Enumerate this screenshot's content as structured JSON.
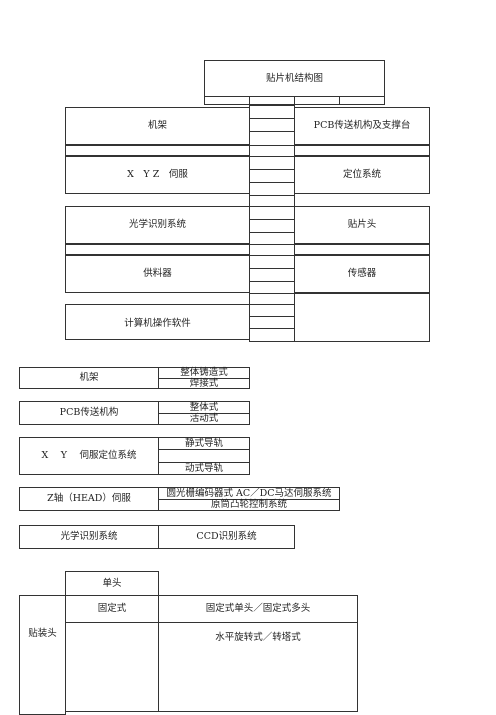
{
  "diagram": {
    "title": "贴片机结构图",
    "left_boxes": [
      "机架",
      "X　Y Z　伺服",
      "光学识别系统",
      "供料器",
      "计算机操作软件"
    ],
    "right_boxes": [
      "PCB传送机构及支撑台",
      "定位系统",
      "贴片头",
      "传感器",
      ""
    ]
  },
  "tables": {
    "frame": {
      "name": "机架",
      "types": [
        "整体铸造式",
        "焊接式"
      ]
    },
    "pcb": {
      "name": "PCB传送机构",
      "types": [
        "整体式",
        "活动式"
      ]
    },
    "xy": {
      "name": "X　 Y　 伺服定位系统",
      "types": [
        "静式导轨",
        "",
        "动式导轨"
      ]
    },
    "z": {
      "name": "Z轴（HEAD）伺服",
      "types": [
        "圆光栅编码器式 AC／DC马达伺服系统",
        "原筒凸轮控制系统"
      ]
    },
    "optical": {
      "name": "光学识别系统",
      "types": [
        "CCD识别系统"
      ]
    },
    "head": {
      "name": "贴装头",
      "rows": [
        {
          "label": "单头",
          "value": ""
        },
        {
          "label": "固定式",
          "value": "固定式单头／固定式多头"
        },
        {
          "label": "",
          "value": "水平旋转式／转塔式"
        }
      ]
    }
  }
}
